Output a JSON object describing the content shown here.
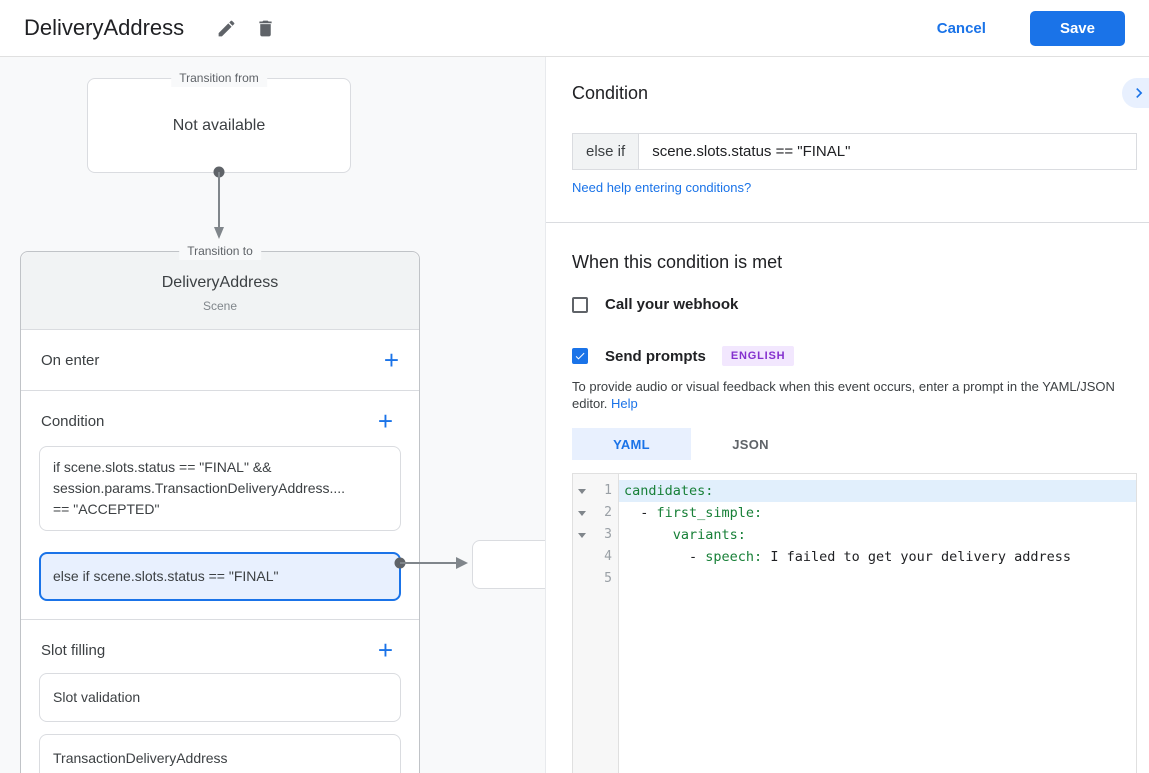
{
  "header": {
    "title": "DeliveryAddress",
    "cancel_label": "Cancel",
    "save_label": "Save"
  },
  "canvas": {
    "transition_from": {
      "legend": "Transition from",
      "content": "Not available"
    },
    "scene_card": {
      "legend": "Transition to",
      "title": "DeliveryAddress",
      "subtitle": "Scene",
      "add_icon": "+",
      "on_enter": {
        "label": "On enter"
      },
      "condition": {
        "label": "Condition",
        "items": [
          {
            "lines": [
              "if scene.slots.status == \"FINAL\" &&",
              "session.params.TransactionDeliveryAddress....",
              "== \"ACCEPTED\""
            ],
            "selected": false
          },
          {
            "text": "else if scene.slots.status == \"FINAL\"",
            "selected": true
          }
        ]
      },
      "slot_filling": {
        "label": "Slot filling",
        "items": [
          "Slot validation",
          "TransactionDeliveryAddress"
        ]
      }
    }
  },
  "panel": {
    "heading": "Condition",
    "condition_input": {
      "prefix": "else if",
      "value": "scene.slots.status == \"FINAL\""
    },
    "help_link": "Need help entering conditions?",
    "when_heading": "When this condition is met",
    "webhook": {
      "label": "Call your webhook",
      "checked": false
    },
    "send_prompts": {
      "label": "Send prompts",
      "checked": true,
      "badge": "ENGLISH"
    },
    "note": {
      "text": "To provide audio or visual feedback when this event occurs, enter a prompt in the YAML/JSON editor. ",
      "help_label": "Help"
    },
    "tabs": [
      {
        "label": "YAML",
        "active": true
      },
      {
        "label": "JSON",
        "active": false
      }
    ],
    "editor": {
      "lines": [
        {
          "n": "1",
          "fold": true,
          "active": true,
          "segs": [
            [
              "key",
              "candidates:"
            ]
          ]
        },
        {
          "n": "2",
          "fold": true,
          "active": false,
          "segs": [
            [
              "plain",
              "  - "
            ],
            [
              "key",
              "first_simple:"
            ]
          ]
        },
        {
          "n": "3",
          "fold": true,
          "active": false,
          "segs": [
            [
              "plain",
              "      "
            ],
            [
              "key",
              "variants:"
            ]
          ]
        },
        {
          "n": "4",
          "fold": false,
          "active": false,
          "segs": [
            [
              "plain",
              "        - "
            ],
            [
              "key",
              "speech:"
            ],
            [
              "plain",
              " I failed to get your delivery address"
            ]
          ]
        },
        {
          "n": "5",
          "fold": false,
          "active": false,
          "segs": []
        }
      ]
    }
  },
  "colors": {
    "accent": "#1a73e8",
    "selected_bg": "#e8f0fe",
    "badge_bg": "#f2e7fe",
    "badge_text": "#8430ce",
    "yaml_key": "#188038",
    "canvas_bg": "#f8f9fa"
  }
}
